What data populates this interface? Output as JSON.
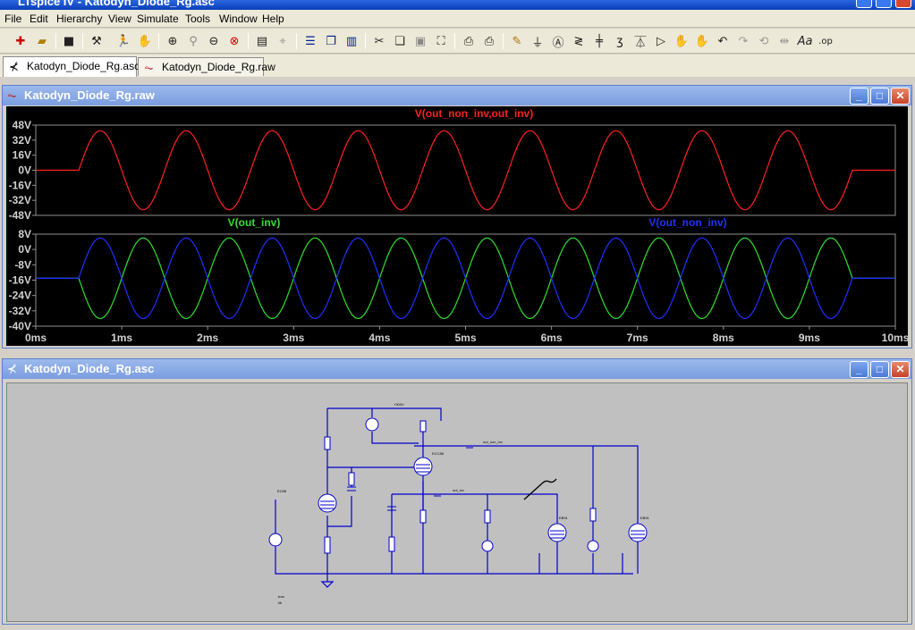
{
  "app": {
    "title": "LTspice IV - Katodyn_Diode_Rg.asc"
  },
  "menu": [
    "File",
    "Edit",
    "Hierarchy",
    "View",
    "Simulate",
    "Tools",
    "Window",
    "Help"
  ],
  "toolbar_icons": [
    "new-schematic-icon",
    "open-icon",
    "save-icon",
    "control-panel-icon",
    "run-icon",
    "halt-icon",
    "zoom-in-icon",
    "pan-icon",
    "zoom-out-icon",
    "zoom-full-icon",
    "autorange-icon",
    "cursor-icon",
    "tile-horizontal-icon",
    "cascade-icon",
    "tile-vertical-icon",
    "cut-icon",
    "copy-icon",
    "paste-icon",
    "find-icon",
    "print-preview-icon",
    "print-icon",
    "draw-wire-icon",
    "ground-icon",
    "label-icon",
    "resistor-icon",
    "capacitor-icon",
    "inductor-icon",
    "diode-icon",
    "component-icon",
    "move-icon",
    "drag-icon",
    "undo-icon",
    "redo-icon",
    "rotate-icon",
    "mirror-icon",
    "text-icon",
    "spice-directive-icon"
  ],
  "tabs": [
    {
      "label": "Katodyn_Diode_Rg.asc",
      "active": true,
      "icon": "schematic-tab-icon"
    },
    {
      "label": "Katodyn_Diode_Rg.raw",
      "active": false,
      "icon": "waveform-tab-icon"
    }
  ],
  "plot_window": {
    "title": "Katodyn_Diode_Rg.raw"
  },
  "schematic_window": {
    "title": "Katodyn_Diode_Rg.asc"
  },
  "chart_data": [
    {
      "type": "line",
      "title": "V(out_non_inv,out_inv)",
      "colors": [
        "#ff2020"
      ],
      "x_unit": "ms",
      "xlim": [
        0,
        10
      ],
      "yticks": [
        "48V",
        "32V",
        "16V",
        "0V",
        "-16V",
        "-32V",
        "-48V"
      ],
      "ylim": [
        -48,
        48
      ],
      "series": [
        {
          "name": "V(out_non_inv,out_inv)",
          "color": "#ff2020",
          "offset": 0,
          "amplitude": 42,
          "freq_khz": 1,
          "start_ms": 0.5,
          "end_ms": 9.5,
          "phase": 0
        }
      ]
    },
    {
      "type": "line",
      "colors": [
        "#30e030",
        "#2030ff"
      ],
      "x_unit": "ms",
      "xlim": [
        0,
        10
      ],
      "yticks": [
        "8V",
        "0V",
        "-8V",
        "-16V",
        "-24V",
        "-32V",
        "-40V"
      ],
      "ylim": [
        -40,
        8
      ],
      "xticks": [
        "0ms",
        "1ms",
        "2ms",
        "3ms",
        "4ms",
        "5ms",
        "6ms",
        "7ms",
        "8ms",
        "9ms",
        "10ms"
      ],
      "series": [
        {
          "name": "V(out_inv)",
          "color": "#30e030",
          "offset": -15,
          "amplitude": 21,
          "freq_khz": 1,
          "start_ms": 0.5,
          "end_ms": 9.5,
          "phase": 1
        },
        {
          "name": "V(out_non_inv)",
          "color": "#2030ff",
          "offset": -15,
          "amplitude": 21,
          "freq_khz": 1,
          "start_ms": 0.5,
          "end_ms": 9.5,
          "phase": 0
        }
      ]
    }
  ]
}
